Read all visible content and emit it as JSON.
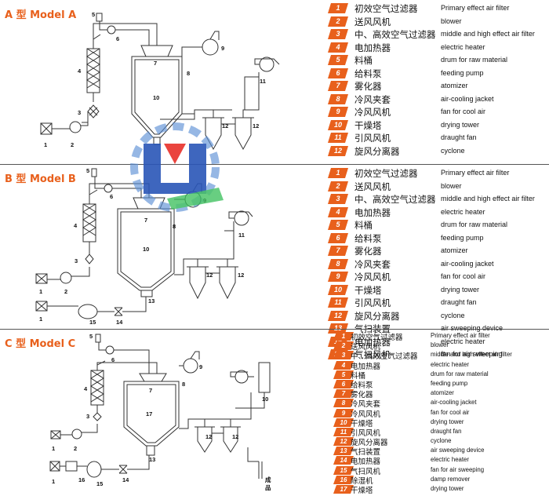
{
  "models": [
    {
      "title": "A 型   Model A",
      "legend": [
        {
          "num": "1",
          "cn": "初效空气过滤器",
          "en": "Primary effect air filter"
        },
        {
          "num": "2",
          "cn": "送风风机",
          "en": "blower"
        },
        {
          "num": "3",
          "cn": "中、高效空气过滤器",
          "en": "middle and high effect air filter"
        },
        {
          "num": "4",
          "cn": "电加热器",
          "en": "electric heater"
        },
        {
          "num": "5",
          "cn": "料桶",
          "en": "drum for raw material"
        },
        {
          "num": "6",
          "cn": "给料泵",
          "en": "feeding pump"
        },
        {
          "num": "7",
          "cn": "雾化器",
          "en": "atomizer"
        },
        {
          "num": "8",
          "cn": "冷风夹套",
          "en": "air-cooling jacket"
        },
        {
          "num": "9",
          "cn": "冷风风机",
          "en": "fan for cool air"
        },
        {
          "num": "10",
          "cn": "干燥塔",
          "en": "drying tower"
        },
        {
          "num": "11",
          "cn": "引风风机",
          "en": "draught fan"
        },
        {
          "num": "12",
          "cn": "旋风分离器",
          "en": "cyclone"
        }
      ],
      "labels": [
        "1",
        "2",
        "3",
        "4",
        "5",
        "6",
        "7",
        "8",
        "9",
        "10",
        "11",
        "12",
        "12"
      ]
    },
    {
      "title": "B 型   Model B",
      "legend": [
        {
          "num": "1",
          "cn": "初效空气过滤器",
          "en": "Primary effect air filter"
        },
        {
          "num": "2",
          "cn": "送风风机",
          "en": "blower"
        },
        {
          "num": "3",
          "cn": "中、高效空气过滤器",
          "en": "middle and high effect air filter"
        },
        {
          "num": "4",
          "cn": "电加热器",
          "en": "electric heater"
        },
        {
          "num": "5",
          "cn": "料桶",
          "en": "drum for raw material"
        },
        {
          "num": "6",
          "cn": "给料泵",
          "en": "feeding pump"
        },
        {
          "num": "7",
          "cn": "雾化器",
          "en": "atomizer"
        },
        {
          "num": "8",
          "cn": "冷风夹套",
          "en": "air-cooling jacket"
        },
        {
          "num": "9",
          "cn": "冷风风机",
          "en": "fan for cool air"
        },
        {
          "num": "10",
          "cn": "干燥塔",
          "en": "drying tower"
        },
        {
          "num": "11",
          "cn": "引风风机",
          "en": "draught fan"
        },
        {
          "num": "12",
          "cn": "旋风分离器",
          "en": "cyclone"
        },
        {
          "num": "13",
          "cn": "气扫装置",
          "en": "air sweeping device"
        },
        {
          "num": "14",
          "cn": "电加热器",
          "en": "electric heater"
        },
        {
          "num": "15",
          "cn": "气扫风机",
          "en": "fan for air sweeping"
        }
      ],
      "labels": [
        "1",
        "1",
        "2",
        "3",
        "4",
        "5",
        "6",
        "7",
        "8",
        "9",
        "10",
        "11",
        "12",
        "12",
        "13",
        "14",
        "15"
      ]
    },
    {
      "title": "C 型   Model C",
      "legend": [
        {
          "num": "1",
          "cn": "初效空气过滤器",
          "en": "Primary effect air filter"
        },
        {
          "num": "2",
          "cn": "送风风机",
          "en": "blower"
        },
        {
          "num": "3",
          "cn": "中、高效空气过滤器",
          "en": "middle and high effect air filter"
        },
        {
          "num": "4",
          "cn": "电加热器",
          "en": "electric heater"
        },
        {
          "num": "5",
          "cn": "料桶",
          "en": "drum for raw material"
        },
        {
          "num": "6",
          "cn": "给料泵",
          "en": "feeding pump"
        },
        {
          "num": "7",
          "cn": "雾化器",
          "en": "atomizer"
        },
        {
          "num": "8",
          "cn": "冷风夹套",
          "en": "air-cooling jacket"
        },
        {
          "num": "9",
          "cn": "冷风风机",
          "en": "fan for cool air"
        },
        {
          "num": "10",
          "cn": "干燥塔",
          "en": "drying tower"
        },
        {
          "num": "11",
          "cn": "引风风机",
          "en": "draught fan"
        },
        {
          "num": "12",
          "cn": "旋风分离器",
          "en": "cyclone"
        },
        {
          "num": "13",
          "cn": "气扫装置",
          "en": "air sweeping device"
        },
        {
          "num": "14",
          "cn": "电加热器",
          "en": "electric heater"
        },
        {
          "num": "15",
          "cn": "气扫风机",
          "en": "fan for air sweeping"
        },
        {
          "num": "16",
          "cn": "除湿机",
          "en": "damp remover"
        },
        {
          "num": "17",
          "cn": "干燥塔",
          "en": "drying tower"
        }
      ],
      "labels": [
        "1",
        "1",
        "2",
        "3",
        "4",
        "5",
        "6",
        "7",
        "8",
        "9",
        "10",
        "12",
        "12",
        "13",
        "14",
        "15",
        "16",
        "17",
        "成",
        "品"
      ]
    }
  ],
  "colors": {
    "badge": "#e8601c",
    "title": "#e8601c",
    "line": "#333333"
  }
}
